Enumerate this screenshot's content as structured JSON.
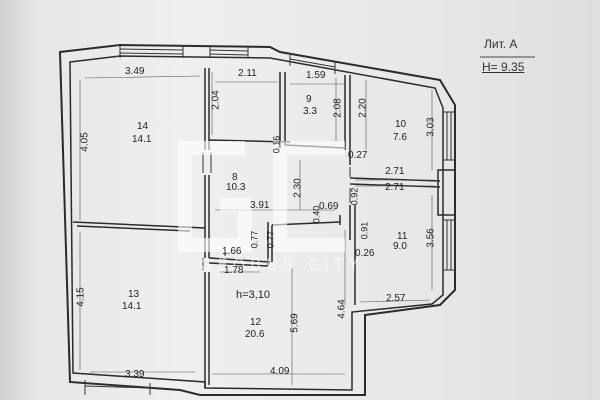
{
  "header": {
    "lit_label": "Лит. А",
    "height_label": "H= 9.35"
  },
  "watermark": {
    "text": "GEOBUS CITY",
    "logo": "GC"
  },
  "rooms": [
    {
      "num": "14",
      "area": "14.1"
    },
    {
      "num": "9",
      "area": "3.3"
    },
    {
      "num": "10",
      "area": "7.6"
    },
    {
      "num": "8",
      "area": "10.3"
    },
    {
      "num": "13",
      "area": "14.1"
    },
    {
      "num": "11",
      "area": "9.0"
    },
    {
      "num": "12",
      "area": "20.6"
    }
  ],
  "ceiling_height": "h=3,10",
  "dimensions": [
    "3.49",
    "2.11",
    "1.59",
    "4.05",
    "2.04",
    "2.08",
    "2.20",
    "3.03",
    "0.16",
    "0.27",
    "2.71",
    "2.71",
    "2.30",
    "3.91",
    "0.69",
    "0.40",
    "0.92",
    "0.91",
    "0.26",
    "3.56",
    "0.77",
    "0.77",
    "1.66",
    "1.78",
    "4.15",
    "4.64",
    "5.69",
    "2.57",
    "3.39",
    "4.09"
  ],
  "colors": {
    "wall": "#2b2b2b",
    "paper": "#eceded",
    "line": "#333333"
  }
}
